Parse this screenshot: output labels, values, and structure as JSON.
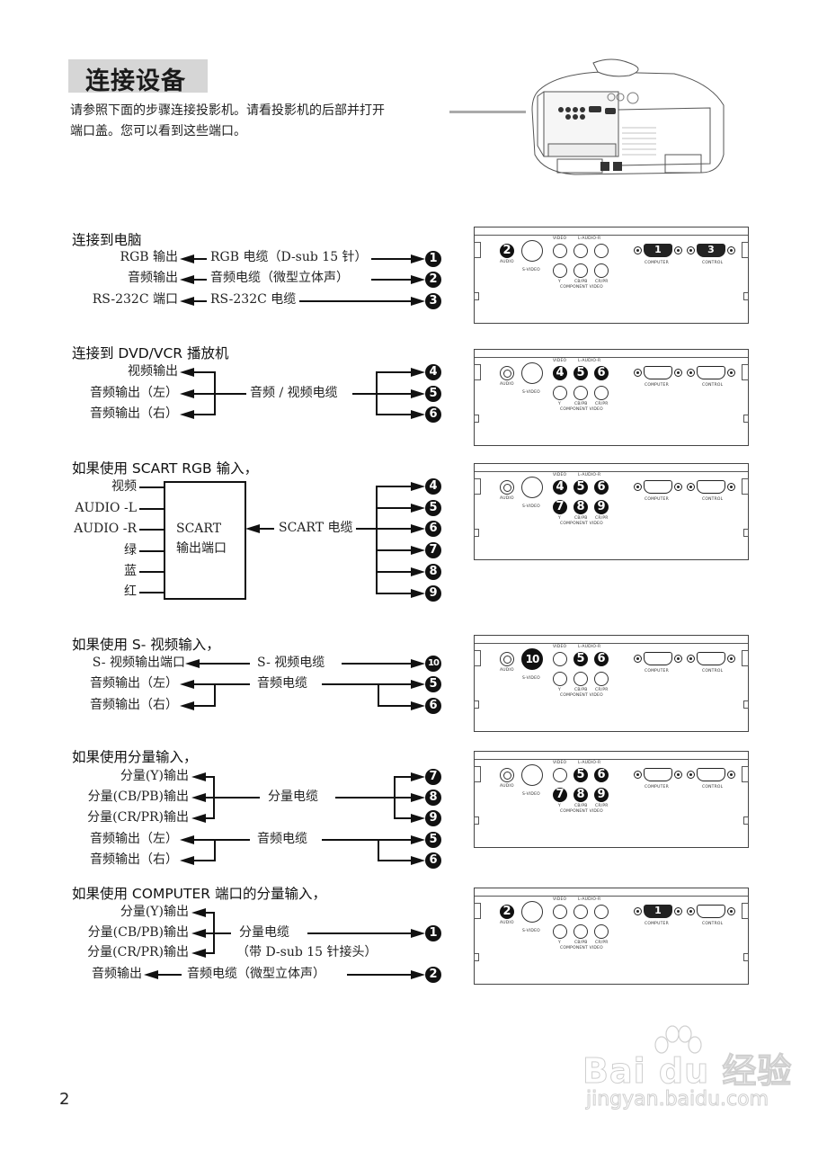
{
  "page": {
    "title": "连接设备",
    "intro_line1": "请参照下面的步骤连接投影机。请看投影机的后部并打开",
    "intro_line2": "端口盖。您可以看到这些端口。",
    "page_number": "2"
  },
  "watermark": {
    "brand": "Bai du 经验",
    "url": "jingyan.baidu.com"
  },
  "panel_labels": {
    "audio": "AUDIO",
    "svideo": "S-VIDEO",
    "video": "VIDEO",
    "laudior": "L-AUDIO-R",
    "y": "Y",
    "cbpb": "CB/PB",
    "crpr": "CR/PR",
    "component_video": "COMPONENT VIDEO",
    "computer": "COMPUTER",
    "control": "CONTROL"
  },
  "sections": [
    {
      "heading": "连接到电脑",
      "rows": [
        {
          "source": "RGB 输出",
          "cable": "RGB 电缆（D-sub 15 针）",
          "port": "1"
        },
        {
          "source": "音频输出",
          "cable": "音频电缆（微型立体声）",
          "port": "2"
        },
        {
          "source": "RS-232C 端口",
          "cable": "RS-232C 电缆",
          "port": "3"
        }
      ],
      "highlighted_ports": [
        "1 COMPUTER",
        "2 AUDIO",
        "3 CONTROL"
      ]
    },
    {
      "heading": "连接到 DVD/VCR 播放机",
      "sources": [
        "视频输出",
        "音频输出（左）",
        "音频输出（右）"
      ],
      "cable": "音频 / 视频电缆",
      "ports": [
        "4",
        "5",
        "6"
      ],
      "highlighted_ports": [
        "4 VIDEO",
        "5 AUDIO-L",
        "6 AUDIO-R"
      ]
    },
    {
      "heading": "如果使用 SCART RGB 输入，",
      "sources": [
        "视频",
        "AUDIO -L",
        "AUDIO -R",
        "绿",
        "蓝",
        "红"
      ],
      "box_line1": "SCART",
      "box_line2": "输出端口",
      "cable": "SCART 电缆",
      "ports": [
        "4",
        "5",
        "6",
        "7",
        "8",
        "9"
      ],
      "highlighted_ports": [
        "4 VIDEO",
        "5 AUDIO-L",
        "6 AUDIO-R",
        "7 Y",
        "8 CB/PB",
        "9 CR/PR"
      ]
    },
    {
      "heading": "如果使用 S- 视频输入，",
      "rows": [
        {
          "source": "S- 视频输出端口",
          "cable": "S- 视频电缆",
          "port": "10"
        }
      ],
      "audio_sources": [
        "音频输出（左）",
        "音频输出（右）"
      ],
      "audio_cable": "音频电缆",
      "audio_ports": [
        "5",
        "6"
      ],
      "highlighted_ports": [
        "10 S-VIDEO",
        "5 AUDIO-L",
        "6 AUDIO-R"
      ]
    },
    {
      "heading": "如果使用分量输入，",
      "component_sources": [
        "分量(Y)输出",
        "分量(CB/PB)输出",
        "分量(CR/PR)输出"
      ],
      "component_cable": "分量电缆",
      "component_ports": [
        "7",
        "8",
        "9"
      ],
      "audio_sources": [
        "音频输出（左）",
        "音频输出（右）"
      ],
      "audio_cable": "音频电缆",
      "audio_ports": [
        "5",
        "6"
      ],
      "highlighted_ports": [
        "5 AUDIO-L",
        "6 AUDIO-R",
        "7 Y",
        "8 CB/PB",
        "9 CR/PR"
      ]
    },
    {
      "heading": "如果使用 COMPUTER 端口的分量输入，",
      "component_sources": [
        "分量(Y)输出",
        "分量(CB/PB)输出",
        "分量(CR/PR)输出"
      ],
      "component_cable": "分量电缆",
      "component_cable_note": "（带 D-sub 15 针接头）",
      "component_port": "1",
      "audio_source": "音频输出",
      "audio_cable": "音频电缆（微型立体声）",
      "audio_port": "2",
      "highlighted_ports": [
        "1 COMPUTER",
        "2 AUDIO"
      ]
    }
  ]
}
